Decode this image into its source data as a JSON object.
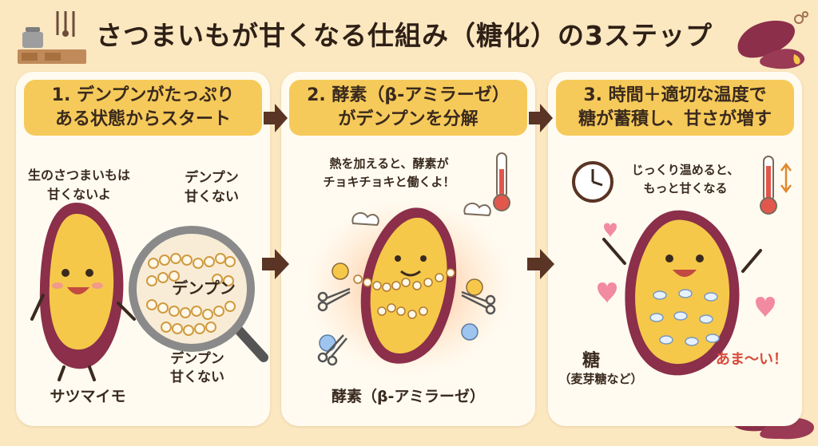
{
  "title": "さつまいもが甘くなる仕組み（糖化）の3ステップ",
  "step1": {
    "heading_line1": "1. デンプンがたっぷり",
    "heading_line2": "ある状態からスタート",
    "raw_line1": "生のさつまいもは",
    "raw_line2": "甘くないよ",
    "starch_top_line1": "デンプン",
    "starch_top_line2": "甘くない",
    "starch_center": "デンプン",
    "starch_bottom_line1": "デンプン",
    "starch_bottom_line2": "甘くない",
    "potato_label": "サツマイモ"
  },
  "step2": {
    "heading_line1": "2. 酵素（β-アミラーゼ）",
    "heading_line2": "がデンプンを分解",
    "note_line1": "熱を加えると、酵素が",
    "note_line2": "チョキチョキと働くよ！",
    "enzyme_label": "酵素（β-アミラーゼ）"
  },
  "step3": {
    "heading_line1": "3. 時間＋適切な温度で",
    "heading_line2": "糖が蓄積し、甘さが増す",
    "note_line1": "じっくり温めると、",
    "note_line2": "もっと甘くなる",
    "sugar_label": "糖",
    "sugar_sub": "（麦芽糖など）",
    "sweet_exclaim": "あま〜い！"
  },
  "colors": {
    "background": "#fbe7c0",
    "panel": "#fffbf1",
    "step_header": "#f6ca5a",
    "arrow": "#5a3424",
    "potato_skin": "#8b2f4a",
    "potato_flesh": "#f5c84a",
    "exclaim": "#d94a3a"
  }
}
